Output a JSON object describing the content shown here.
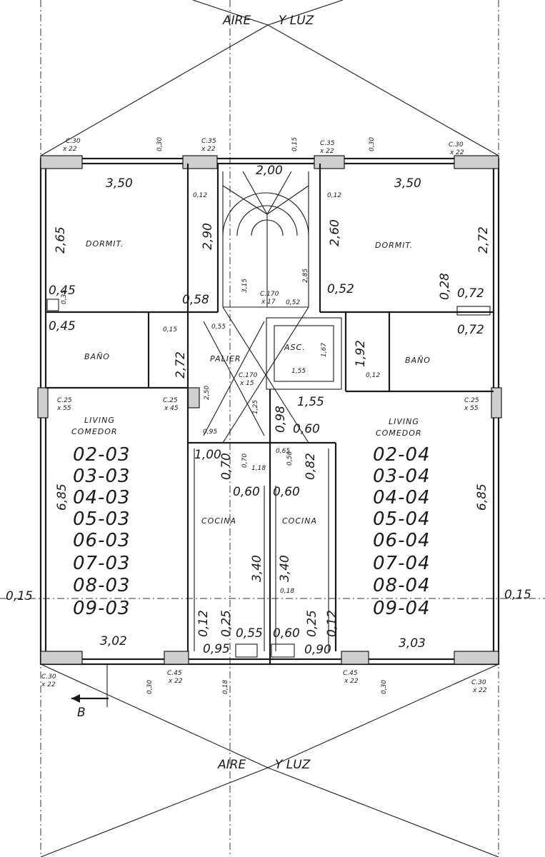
{
  "light_well_top": [
    "AIRE",
    "Y LUZ"
  ],
  "light_well_bottom": [
    "AIRE",
    "Y LUZ"
  ],
  "left_unit": {
    "bedroom": {
      "label": "DORMIT.",
      "width": "3,50",
      "depth": "2,65",
      "closet_depth": "2,90",
      "closet_width": "0,12",
      "door": "0,58"
    },
    "bath": {
      "label": "BAÑO",
      "duct_top": "0,45",
      "duct_side": "0,35",
      "duct_bottom": "0,45",
      "height": "2,72",
      "offset": "0,15"
    },
    "living": {
      "label_1": "LIVING",
      "label_2": "COMEDOR",
      "depth": "6,85",
      "front_width": "3,02",
      "side_offset": "0,15"
    },
    "unit_numbers": [
      "02-03",
      "03-03",
      "04-03",
      "05-03",
      "06-03",
      "07-03",
      "08-03",
      "09-03"
    ],
    "kitchen": {
      "label": "COCINA",
      "width_top": "1,00",
      "depth_top": "0,70",
      "wall": "0,60",
      "depth": "3,40",
      "bottom_left": "0,12",
      "bottom_mid": "0,25",
      "bottom_right": "0,55",
      "front": "0,95"
    }
  },
  "right_unit": {
    "bedroom": {
      "label": "DORMIT.",
      "width": "3,50",
      "depth": "2,72",
      "closet_depth": "2,60",
      "closet_width": "0,12",
      "door": "0,52"
    },
    "bath": {
      "label": "BAÑO",
      "duct_top": "0,72",
      "duct_side": "0,28",
      "duct_bottom": "0,72",
      "height": "1,92",
      "offset": "0,12"
    },
    "living": {
      "label_1": "LIVING",
      "label_2": "COMEDOR",
      "depth": "6,85",
      "front_width": "3,03",
      "side_offset": "0,15"
    },
    "unit_numbers": [
      "02-04",
      "03-04",
      "04-04",
      "05-04",
      "06-04",
      "07-04",
      "08-04",
      "09-04"
    ],
    "kitchen": {
      "label": "COCINA",
      "wall": "0,60",
      "depth_top": "0,82",
      "depth": "3,40",
      "offset": "0,18",
      "bottom_left": "0,60",
      "bottom_mid": "0,25",
      "bottom_right": "0,12",
      "front": "0,90"
    }
  },
  "core": {
    "stair_width": "2,00",
    "stair_a": "3,15",
    "stair_b": "2,85",
    "steps_1": "C.170",
    "steps_1b": "x 17",
    "landing": "0,52",
    "lobby_label": "PALIER",
    "lobby_a": "0,55",
    "lobby_b": "2,50",
    "lobby_c": "0,95",
    "steps_2": "C.170",
    "steps_2b": "x 15",
    "lobby_d": "1,25",
    "elevator_label": "ASC.",
    "elevator_width": "1,55",
    "elevator_depth": "1,67",
    "shaft_width": "1,55",
    "shaft_side": "0,98",
    "duct_a": "0,70",
    "duct_b": "1,18",
    "duct_c": "0,65",
    "duct_d": "0,58"
  },
  "columns": {
    "top": [
      "C.30",
      "x 22",
      "C.35",
      "x 22",
      "C.35",
      "x 22",
      "C.30",
      "x 22"
    ],
    "top_offsets": [
      "0,30",
      "0,15",
      "0,30"
    ],
    "mid": [
      "C.25",
      "x 55",
      "C.25",
      "x 45",
      "C.25",
      "x 55"
    ],
    "bottom": [
      "C.30",
      "x 22",
      "C.45",
      "x 22",
      "C.45",
      "x 22",
      "C.30",
      "x 22"
    ],
    "bottom_offsets": [
      "0,30",
      "0,18",
      "0,30"
    ]
  },
  "section_marker": "B"
}
